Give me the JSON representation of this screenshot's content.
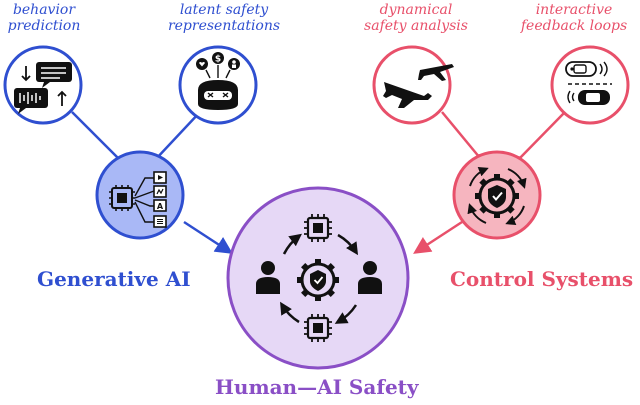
{
  "captions": {
    "behavior": [
      "behavior",
      "prediction"
    ],
    "latent": [
      "latent safety",
      "representations"
    ],
    "dynamical": [
      "dynamical",
      "safety analysis"
    ],
    "interactive": [
      "interactive",
      "feedback loops"
    ]
  },
  "labels": {
    "generative_ai": "Generative AI",
    "control_systems": "Control Systems",
    "human_ai_safety": "Human—AI Safety"
  },
  "colors": {
    "blue": "#2f4fd0",
    "blue_fill": "#a9b8f6",
    "red": "#e8506a",
    "red_fill": "#f6b5bf",
    "purple": "#8a4fc6",
    "purple_fill": "#e6d8f6",
    "ink": "#111111"
  },
  "icons": {
    "behavior": "chat-bubbles-icon",
    "latent": "robot-thinking-icon",
    "dynamical": "airplanes-icon",
    "interactive": "cars-icon",
    "generative": "chip-network-icon",
    "control": "gear-shield-icon",
    "center": "human-ai-cycle-icon"
  }
}
